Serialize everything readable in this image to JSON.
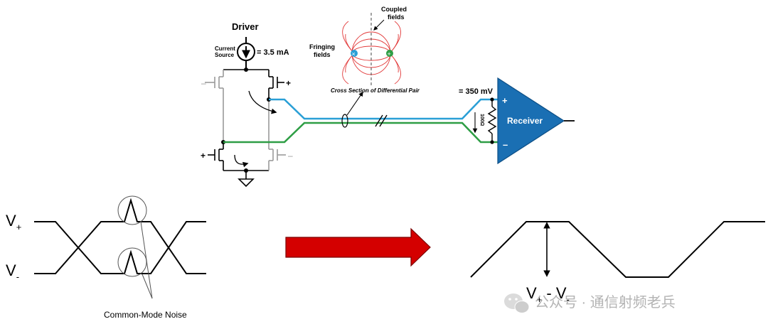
{
  "driver": {
    "title": "Driver",
    "current_source_line1": "Current",
    "current_source_line2": "Source",
    "current_value": "= 3.5 mA",
    "plus_top": "+",
    "minus_top": "–",
    "plus_bottom": "+",
    "minus_bottom": "–"
  },
  "cross_section": {
    "fringing_line1": "Fringing",
    "fringing_line2": "fields",
    "coupled_line1": "Coupled",
    "coupled_line2": "fields",
    "caption": "Cross Section of Differential Pair",
    "plus_symbol": "+"
  },
  "receiver": {
    "voltage": "= 350 mV",
    "label": "Receiver",
    "plus": "+",
    "minus": "–",
    "resistor": "100Ω"
  },
  "colors": {
    "blue_wire": "#2a9fd6",
    "green_wire": "#2e9e45",
    "receiver_fill": "#1a6fb3",
    "arrow_red": "#d40000",
    "field_red": "#e23a3a",
    "circuit_gray": "#8a8a8a"
  },
  "waveform_left": {
    "vplus_label": "V",
    "vplus_sub": "+",
    "vminus_label": "V",
    "vminus_sub": "-",
    "noise_label": "Common-Mode Noise"
  },
  "waveform_right": {
    "diff_label_v1": "V",
    "diff_sub_plus": "+",
    "diff_dash": " - ",
    "diff_label_v2": "V",
    "diff_sub_minus": "-"
  },
  "watermark": {
    "text": "公众号 · 通信射频老兵",
    "icon": "wechat-icon"
  }
}
